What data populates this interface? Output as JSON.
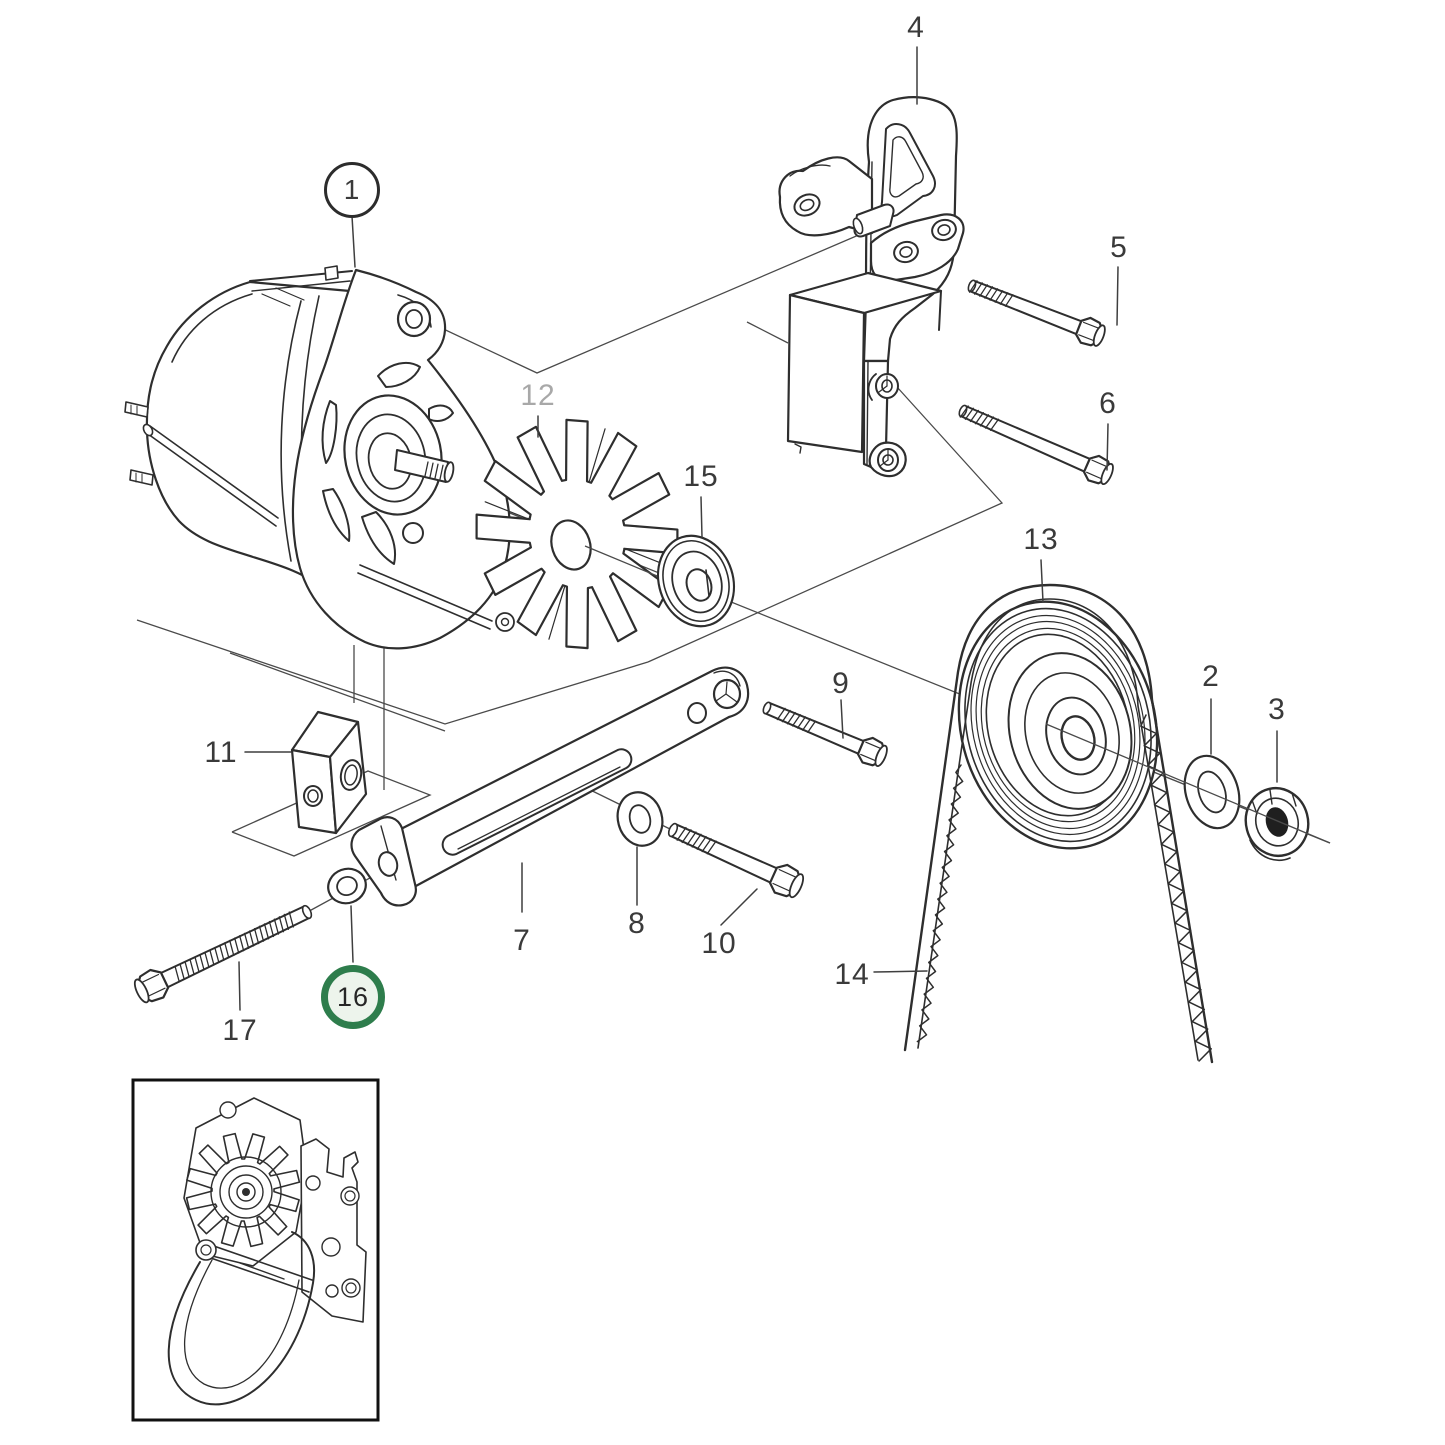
{
  "figure": {
    "type": "exploded-parts-diagram",
    "subject": "alternator mounting assembly",
    "background": "#ffffff",
    "line_color": "#2e2e2e",
    "thin_line_color": "#4a4a4a",
    "label_color": "#3a3a3a",
    "muted_label_color": "#a8a8a8",
    "highlight": {
      "part": "16",
      "ring_color": "#2e7d4c",
      "fill_color": "#edf4ec"
    },
    "callouts": [
      {
        "id": "1",
        "label": "1",
        "style": "circled",
        "part_name": "alternator"
      },
      {
        "id": "2",
        "label": "2",
        "style": "plain",
        "part_name": "washer"
      },
      {
        "id": "3",
        "label": "3",
        "style": "plain",
        "part_name": "nut"
      },
      {
        "id": "4",
        "label": "4",
        "style": "plain",
        "part_name": "mounting-bracket"
      },
      {
        "id": "5",
        "label": "5",
        "style": "plain",
        "part_name": "hex-bolt"
      },
      {
        "id": "6",
        "label": "6",
        "style": "plain",
        "part_name": "hex-bolt"
      },
      {
        "id": "7",
        "label": "7",
        "style": "plain",
        "part_name": "adjusting-arm"
      },
      {
        "id": "8",
        "label": "8",
        "style": "plain",
        "part_name": "washer"
      },
      {
        "id": "9",
        "label": "9",
        "style": "plain",
        "part_name": "hex-bolt"
      },
      {
        "id": "10",
        "label": "10",
        "style": "plain",
        "part_name": "hex-bolt"
      },
      {
        "id": "11",
        "label": "11",
        "style": "plain",
        "part_name": "spacer-block"
      },
      {
        "id": "12",
        "label": "12",
        "style": "muted",
        "part_name": "cooling-fan"
      },
      {
        "id": "13",
        "label": "13",
        "style": "plain",
        "part_name": "pulley"
      },
      {
        "id": "14",
        "label": "14",
        "style": "plain",
        "part_name": "v-belt"
      },
      {
        "id": "15",
        "label": "15",
        "style": "plain",
        "part_name": "spacer-washer"
      },
      {
        "id": "16",
        "label": "16",
        "style": "highlighted",
        "part_name": "washer"
      },
      {
        "id": "17",
        "label": "17",
        "style": "plain",
        "part_name": "hex-bolt-long"
      }
    ],
    "inset": {
      "description": "assembled alternator with belt thumbnail"
    }
  }
}
